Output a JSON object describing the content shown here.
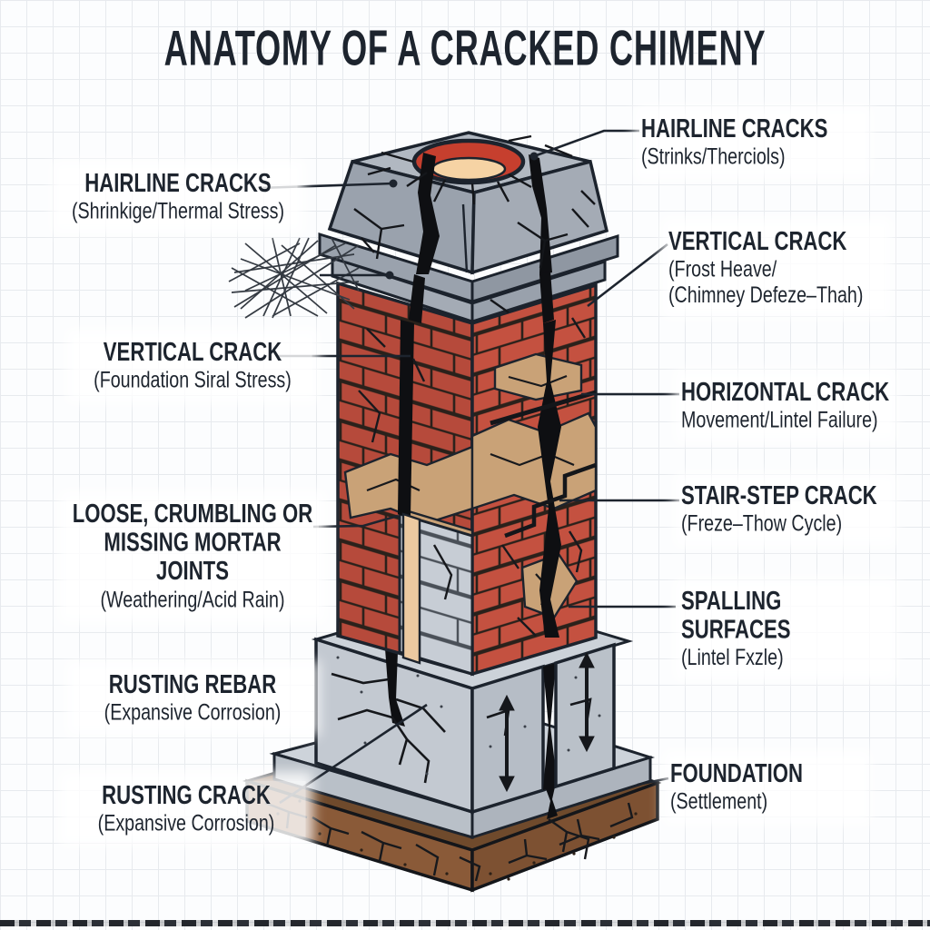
{
  "title": "ANATOMY OF A CRACKED CHIMENY",
  "labels": {
    "left": [
      {
        "heading": "HAIRLINE CRACKS",
        "sub": "(Shrinkige/Thermal Stress)"
      },
      {
        "heading": "VERTICAL CRACK",
        "sub": "(Foundation Siral Stress)"
      },
      {
        "heading": "LOOSE, CRUMBLING OR\nMISSING MORTAR JOINTS",
        "sub": "(Weathering/Acid Rain)"
      },
      {
        "heading": "RUSTING REBAR",
        "sub": "(Expansive Corrosion)"
      },
      {
        "heading": "RUSTING CRACK",
        "sub": "(Expansive Corrosion)"
      }
    ],
    "right": [
      {
        "heading": "HAIRLINE CRACKS",
        "sub": "(Strinks/Therciols)"
      },
      {
        "heading": "VERTICAL CRACK",
        "sub": "(Frost Heave/\n(Chimney Defeze–Thah)"
      },
      {
        "heading": "HORIZONTAL CRACK",
        "sub": "Movement/Lintel Failure)"
      },
      {
        "heading": "STAIR-STEP CRACK",
        "sub": "(Freze–Thow Cycle)"
      },
      {
        "heading": "SPALLING SURFACES",
        "sub": "(Lintel Fxzle)"
      },
      {
        "heading": "FOUNDATION",
        "sub": "(Settlement)"
      }
    ]
  },
  "colors": {
    "ink": "#1d242e",
    "brick_left": "#b64a3b",
    "brick_right": "#c45140",
    "cap_top": "#b1b8c1",
    "cap_left": "#9aa2ad",
    "cap_right": "#a4abb5",
    "flue_ring": "#c63f2e",
    "flue_inner": "#f6d3a4",
    "concrete_block": "#c7cdd5",
    "foundation_left": "#c3c9d1",
    "foundation_right": "#b6bdc6",
    "slab_top": "#cdd3da",
    "soil_left": "#8a5a38",
    "soil_right": "#7d5132",
    "spall": "#c9a277",
    "rebar": "#ecc9a0",
    "crack_fill": "#0e0f12"
  }
}
